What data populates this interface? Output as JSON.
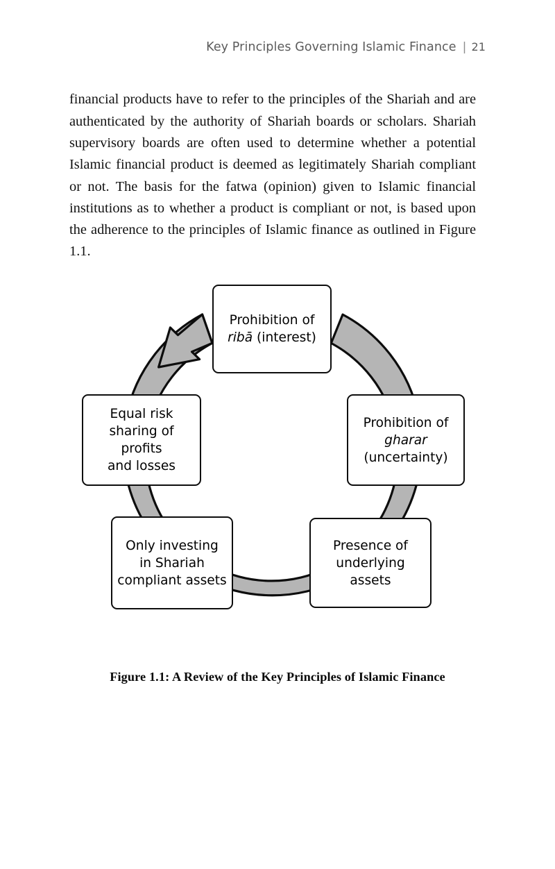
{
  "header": {
    "title": "Key Principles Governing Islamic Finance",
    "separator": "|",
    "page_number": "21"
  },
  "body": {
    "paragraph": "financial products have to refer to the principles of the Shariah and are authenticated by the authority of Shariah boards or scholars. Shariah supervisory boards are often used to determine whether a potential Islamic financial product is deemed as legitimately Shariah compliant or not. The basis for the fatwa (opinion) given to Islamic financial institutions as to whether a product is compliant or not, is based upon the adherence to the principles of Islamic finance as outlined in Figure 1.1."
  },
  "figure": {
    "caption": "Figure 1.1: A Review of the Key Principles of Islamic Finance",
    "ring_fill": "#b5b5b5",
    "ring_stroke": "#0d0d0d",
    "box_fill": "#ffffff",
    "box_stroke": "#0d0d0d",
    "direction": "clockwise",
    "nodes": [
      {
        "id": "riba",
        "position": "top",
        "line1": "Prohibition of",
        "line2_italic": "ribā",
        "line2_rest": " (interest)"
      },
      {
        "id": "gharar",
        "position": "right",
        "line1": "Prohibition of",
        "line2_italic": "gharar",
        "line3": "(uncertainty)"
      },
      {
        "id": "underlying-assets",
        "position": "bottom-right",
        "line1": "Presence of",
        "line2": "underlying",
        "line3": "assets"
      },
      {
        "id": "shariah-compliant-assets",
        "position": "bottom-left",
        "line1": "Only investing",
        "line2": "in Shariah",
        "line3": "compliant assets"
      },
      {
        "id": "equal-risk-sharing",
        "position": "left",
        "line1": "Equal risk",
        "line2": "sharing of profits",
        "line3": "and losses"
      }
    ]
  }
}
